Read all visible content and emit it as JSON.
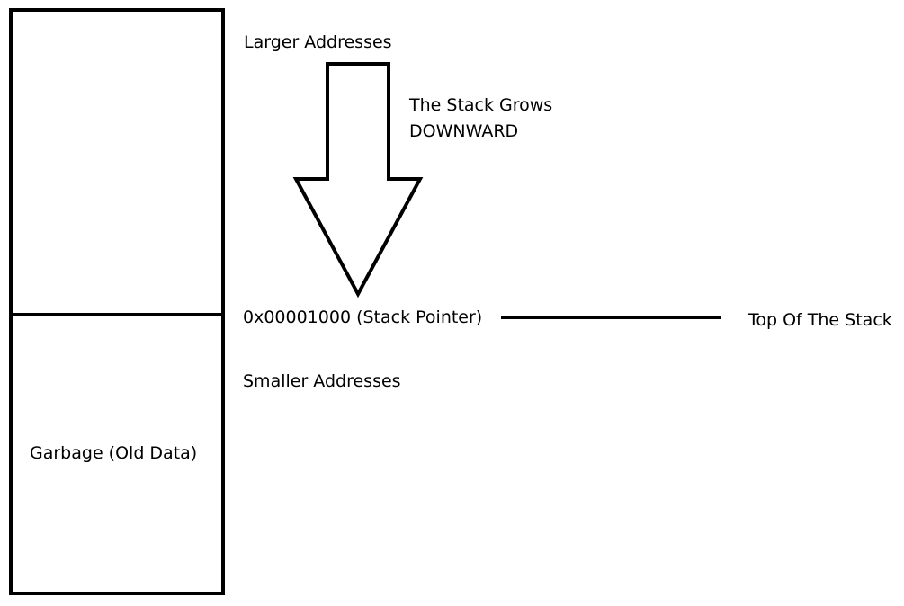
{
  "labels": {
    "larger_addresses": "Larger Addresses",
    "stack_grows_line1": "The Stack Grows",
    "stack_grows_line2": "DOWNWARD",
    "stack_pointer": "0x00001000 (Stack Pointer)",
    "top_of_stack": "Top Of The Stack",
    "smaller_addresses": "Smaller Addresses",
    "garbage": "Garbage (Old Data)"
  },
  "colors": {
    "stroke": "#000000",
    "background": "#ffffff"
  }
}
